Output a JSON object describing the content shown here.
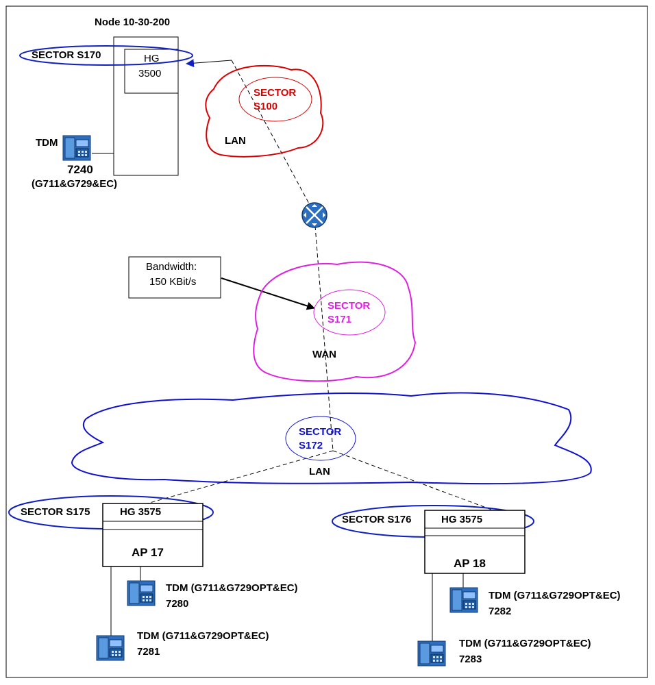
{
  "diagram": {
    "node_title": "Node 10-30-200",
    "sector_s170": "SECTOR S170",
    "hg_top": {
      "line1": "HG",
      "line2": "3500"
    },
    "tdm_top": {
      "label": "TDM",
      "number": "7240",
      "codecs": "(G711&G729&EC)"
    },
    "lan_top": {
      "sector_line1": "SECTOR",
      "sector_line2": "S100",
      "label": "LAN"
    },
    "bandwidth": {
      "line1": "Bandwidth:",
      "line2": "150 KBit/s"
    },
    "wan": {
      "sector_line1": "SECTOR",
      "sector_line2": "S171",
      "label": "WAN"
    },
    "lan_bottom": {
      "sector_line1": "SECTOR",
      "sector_line2": "S172",
      "label": "LAN"
    },
    "left_site": {
      "sector": "SECTOR S175",
      "hg": "HG 3575",
      "ap": "AP 17",
      "tdm1": {
        "label": "TDM (G711&G729OPT&EC)",
        "number": "7280"
      },
      "tdm2": {
        "label": "TDM (G711&G729OPT&EC)",
        "number": "7281"
      }
    },
    "right_site": {
      "sector": "SECTOR S176",
      "hg": "HG 3575",
      "ap": "AP 18",
      "tdm1": {
        "label": "TDM (G711&G729OPT&EC)",
        "number": "7282"
      },
      "tdm2": {
        "label": "TDM (G711&G729OPT&EC)",
        "number": "7283"
      }
    },
    "colors": {
      "lan_top": "#d90000",
      "wan": "#e020e0",
      "lan_bottom": "#1010d0",
      "sector_outline": "#1020c0",
      "device_blue": "#2c6fc0"
    },
    "icons": [
      "tdm-phone-icon",
      "router-icon"
    ]
  }
}
